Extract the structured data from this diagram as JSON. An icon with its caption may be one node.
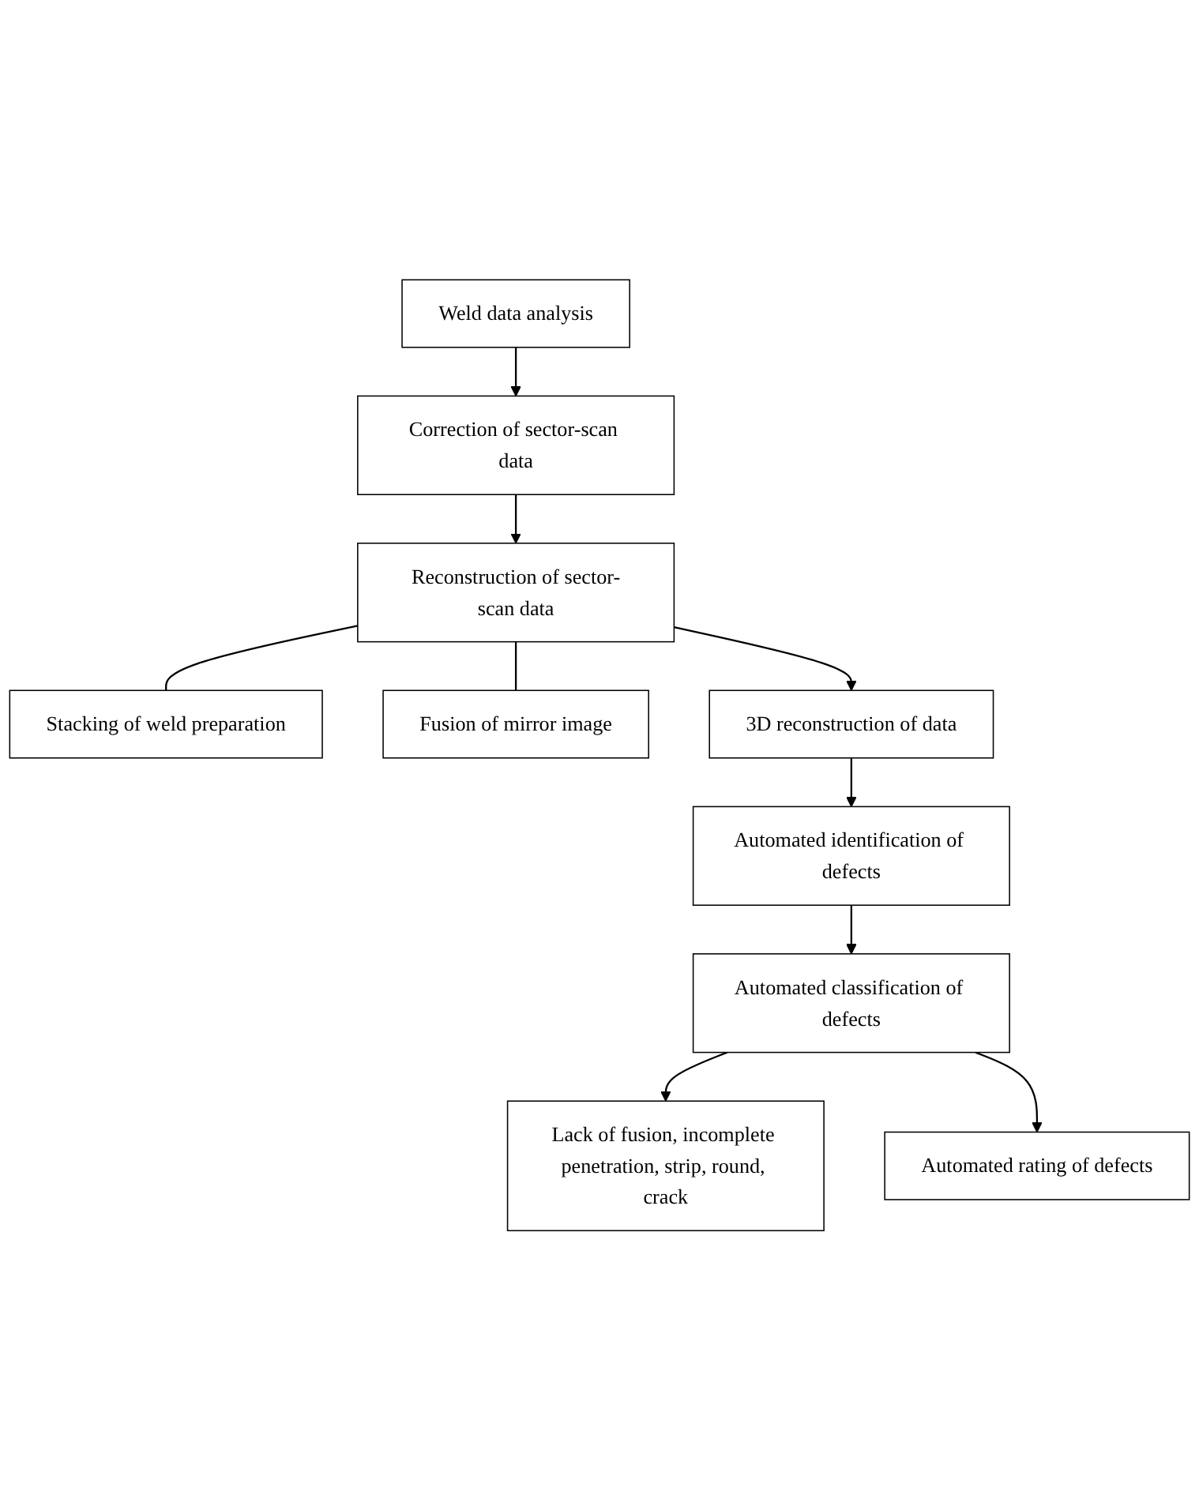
{
  "diagram": {
    "nodes": [
      {
        "text": [
          "Weld data analysis"
        ]
      },
      {
        "text": [
          "Correction of sector-scan data"
        ]
      },
      {
        "text": [
          "Reconstruction of sector-scan data"
        ]
      },
      {
        "text": [
          "Stacking of weld preparation"
        ]
      },
      {
        "text": [
          "Fusion of mirror image"
        ]
      },
      {
        "text": [
          "3D reconstruction of data"
        ]
      },
      {
        "text": [
          "Automated identification of defects"
        ]
      },
      {
        "text": [
          "Automated classification of defects"
        ]
      },
      {
        "text": [
          "Lack of fusion, incomplete penetration, strip, round, crack"
        ]
      },
      {
        "text": [
          "Automated rating of defects"
        ]
      }
    ],
    "edges": [
      {
        "from": 0,
        "to": 1,
        "arrow": "to"
      },
      {
        "from": 1,
        "to": 2,
        "arrow": "to"
      },
      {
        "from": 2,
        "to": 3,
        "arrow": "none"
      },
      {
        "from": 2,
        "to": 4,
        "arrow": "none"
      },
      {
        "from": 2,
        "to": 5,
        "arrow": "to"
      },
      {
        "from": 5,
        "to": 6,
        "arrow": "to"
      },
      {
        "from": 6,
        "to": 7,
        "arrow": "to"
      },
      {
        "from": 7,
        "to": 8,
        "arrow": "to"
      },
      {
        "from": 7,
        "to": 9,
        "arrow": "to"
      }
    ]
  }
}
